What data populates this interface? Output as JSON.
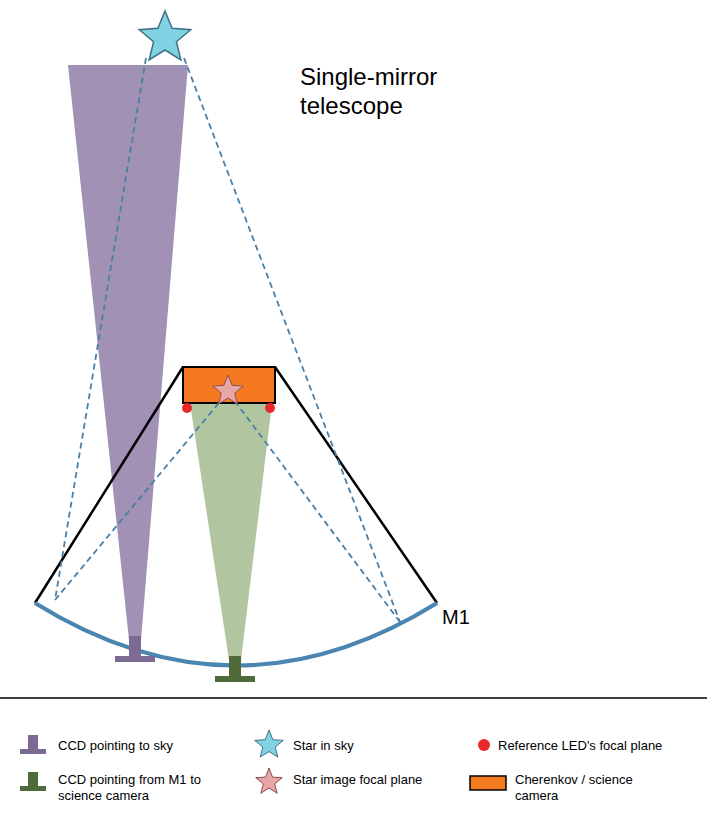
{
  "diagram": {
    "title": "Single-mirror telescope",
    "labels": [
      "M1"
    ],
    "legend": [
      {
        "text": "CCD pointing to sky"
      },
      {
        "text": "Star in sky"
      },
      {
        "text": "Reference LED's focal plane"
      },
      {
        "text": "CCD pointing from M1 to science camera"
      },
      {
        "text": "Star image focal plane"
      },
      {
        "text": "Cherenkov / science camera",
        "color": "#f47920"
      }
    ]
  }
}
